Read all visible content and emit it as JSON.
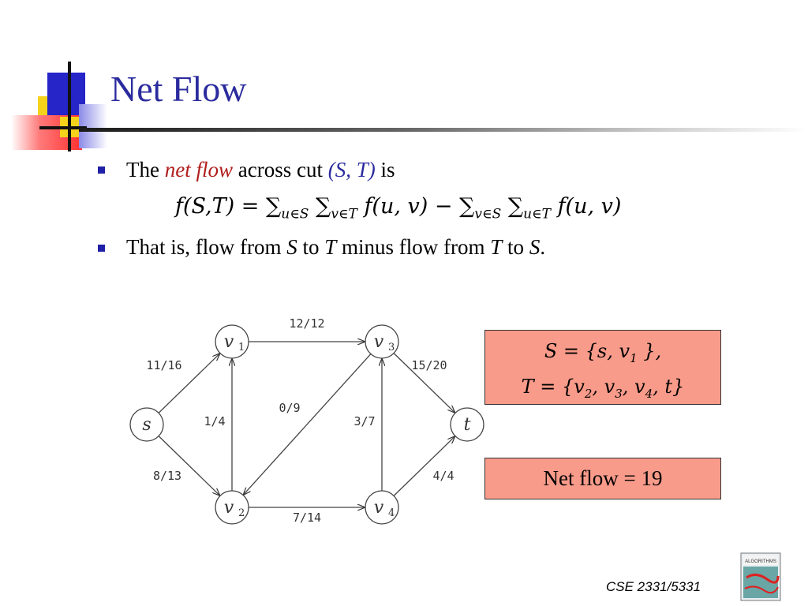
{
  "slide": {
    "title": "Net Flow",
    "bullet1": {
      "part1": "The ",
      "net_flow": "net flow",
      "part2": " across cut ",
      "cut": "(S, T)",
      "part3": " is"
    },
    "formula": {
      "lhs": "f(S,T) = ",
      "sum1": "∑",
      "sub1": "u∈S",
      "sum2": "∑",
      "sub2": "v∈T",
      "term1": " f(u, v)  − ",
      "sum3": "∑",
      "sub3": "v∈S",
      "sum4": "∑",
      "sub4": "u∈T",
      "term2": " f(u, v)"
    },
    "bullet2": {
      "p1": "That is, flow from ",
      "S1": "S",
      "p2": " to ",
      "T1": "T",
      "p3": " minus flow from ",
      "T2": "T",
      "p4": " to ",
      "S2": "S",
      "p5": "."
    },
    "set_box": {
      "s_prefix": "S = {s, v",
      "s_sub": "1",
      "s_suffix": " },",
      "t_prefix": "T = {v",
      "t_sub1": "2",
      "t_mid1": ", v",
      "t_sub2": "3",
      "t_mid2": ", v",
      "t_sub3": "4",
      "t_suffix": ", t}"
    },
    "net_flow_text": "Net flow = 19",
    "footer": "CSE 2331/5331",
    "book_logo": "ALGORITHMS"
  },
  "graph": {
    "nodes": [
      {
        "id": "s",
        "label": "s",
        "sub": ""
      },
      {
        "id": "v1",
        "label": "v",
        "sub": "1"
      },
      {
        "id": "v2",
        "label": "v",
        "sub": "2"
      },
      {
        "id": "v3",
        "label": "v",
        "sub": "3"
      },
      {
        "id": "v4",
        "label": "v",
        "sub": "4"
      },
      {
        "id": "t",
        "label": "t",
        "sub": ""
      }
    ],
    "edges": [
      {
        "from": "s",
        "to": "v1",
        "label": "11/16"
      },
      {
        "from": "s",
        "to": "v2",
        "label": "8/13"
      },
      {
        "from": "v2",
        "to": "v1",
        "label": "1/4"
      },
      {
        "from": "v1",
        "to": "v3",
        "label": "12/12"
      },
      {
        "from": "v3",
        "to": "v2",
        "label": "0/9"
      },
      {
        "from": "v2",
        "to": "v4",
        "label": "7/14"
      },
      {
        "from": "v4",
        "to": "v3",
        "label": "3/7"
      },
      {
        "from": "v3",
        "to": "t",
        "label": "15/20"
      },
      {
        "from": "v4",
        "to": "t",
        "label": "4/4"
      }
    ]
  }
}
